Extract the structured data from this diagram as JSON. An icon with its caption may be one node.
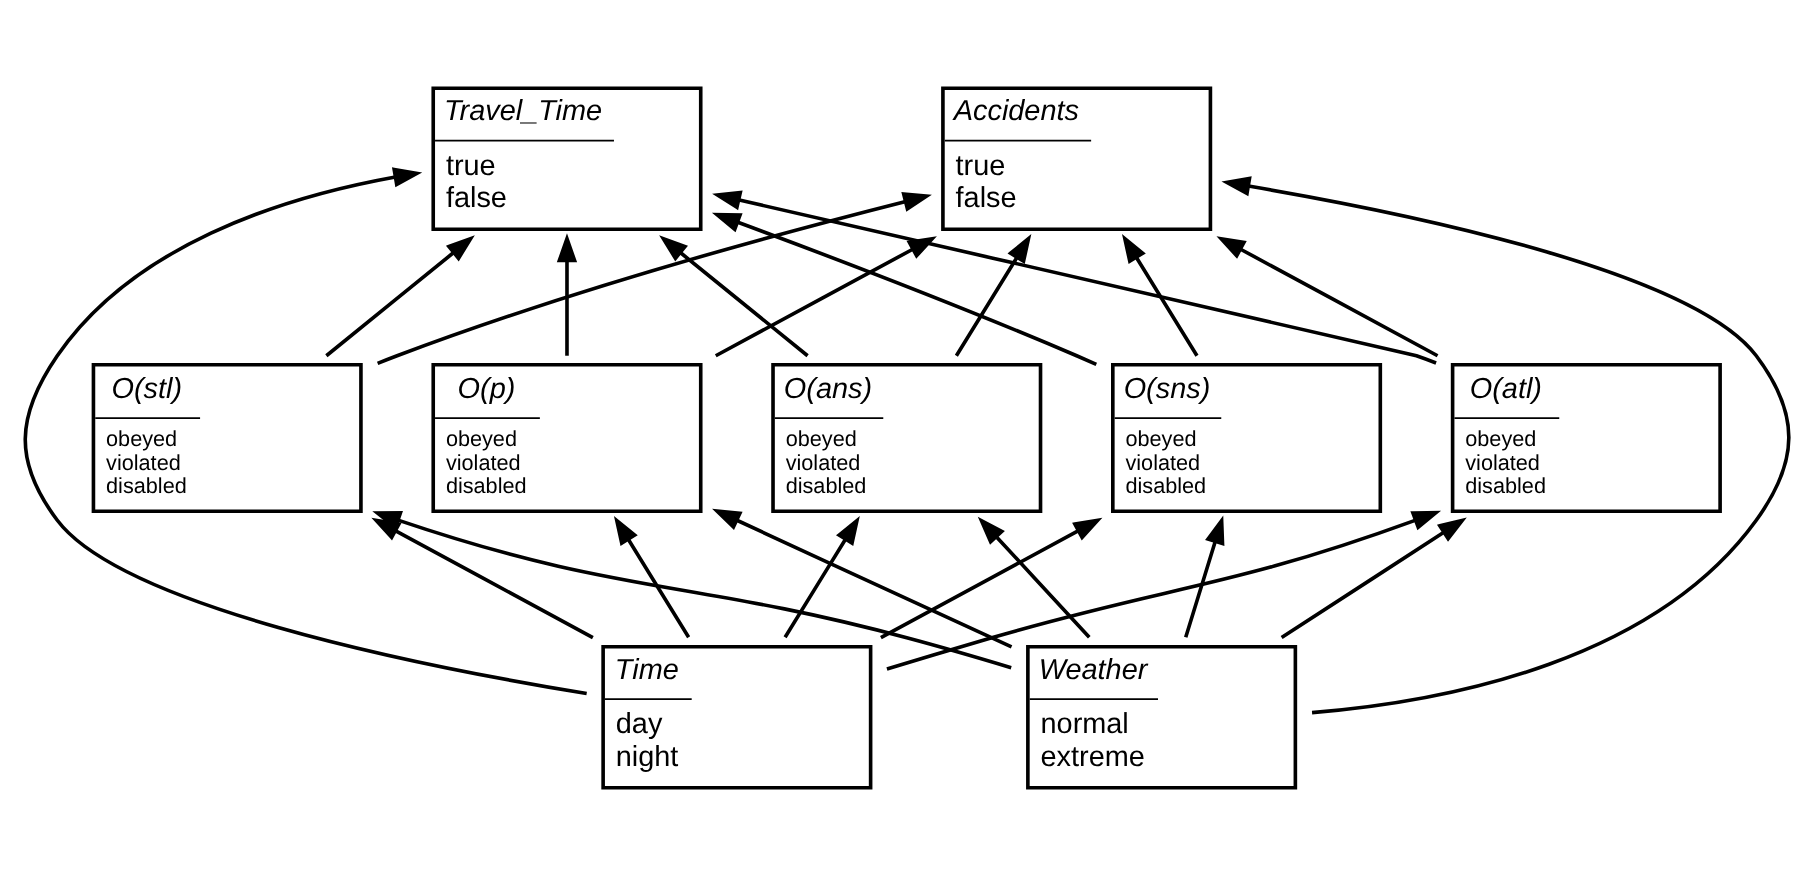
{
  "diagram": {
    "nodes": [
      {
        "text": [
          "Travel_Time",
          "true",
          "false"
        ]
      },
      {
        "text": [
          "Accidents",
          "true",
          "false"
        ]
      },
      {
        "text": [
          "O(ans)",
          "obeyed",
          "violated",
          "disabled"
        ]
      },
      {
        "text": [
          "O(sns)",
          "obeyed",
          "violated",
          "disabled"
        ]
      },
      {
        "text": [
          "O(atl)",
          "obeyed",
          "violated",
          "disabled"
        ]
      },
      {
        "text": [
          "O(stl)",
          "obeyed",
          "violated",
          "disabled"
        ]
      },
      {
        "text": [
          "O(p)",
          "obeyed",
          "violated",
          "disabled"
        ]
      },
      {
        "text": [
          "Time",
          "day",
          "night"
        ]
      },
      {
        "text": [
          "Weather",
          "normal",
          "extreme"
        ]
      }
    ],
    "edges": [
      {
        "from": 2,
        "to": 0,
        "arrow": "to"
      },
      {
        "from": 2,
        "to": 1,
        "arrow": "to"
      },
      {
        "from": 3,
        "to": 0,
        "arrow": "to"
      },
      {
        "from": 3,
        "to": 1,
        "arrow": "to"
      },
      {
        "from": 4,
        "to": 0,
        "arrow": "to"
      },
      {
        "from": 4,
        "to": 1,
        "arrow": "to"
      },
      {
        "from": 5,
        "to": 0,
        "arrow": "to"
      },
      {
        "from": 5,
        "to": 1,
        "arrow": "to"
      },
      {
        "from": 6,
        "to": 0,
        "arrow": "to"
      },
      {
        "from": 6,
        "to": 1,
        "arrow": "to"
      },
      {
        "from": 7,
        "to": 0,
        "arrow": "to"
      },
      {
        "from": 8,
        "to": 1,
        "arrow": "to"
      },
      {
        "from": 7,
        "to": 2,
        "arrow": "to"
      },
      {
        "from": 7,
        "to": 3,
        "arrow": "to"
      },
      {
        "from": 7,
        "to": 4,
        "arrow": "to"
      },
      {
        "from": 7,
        "to": 5,
        "arrow": "to"
      },
      {
        "from": 7,
        "to": 6,
        "arrow": "to"
      },
      {
        "from": 8,
        "to": 2,
        "arrow": "to"
      },
      {
        "from": 8,
        "to": 3,
        "arrow": "to"
      },
      {
        "from": 8,
        "to": 4,
        "arrow": "to"
      },
      {
        "from": 8,
        "to": 5,
        "arrow": "to"
      },
      {
        "from": 8,
        "to": 6,
        "arrow": "to"
      }
    ]
  }
}
